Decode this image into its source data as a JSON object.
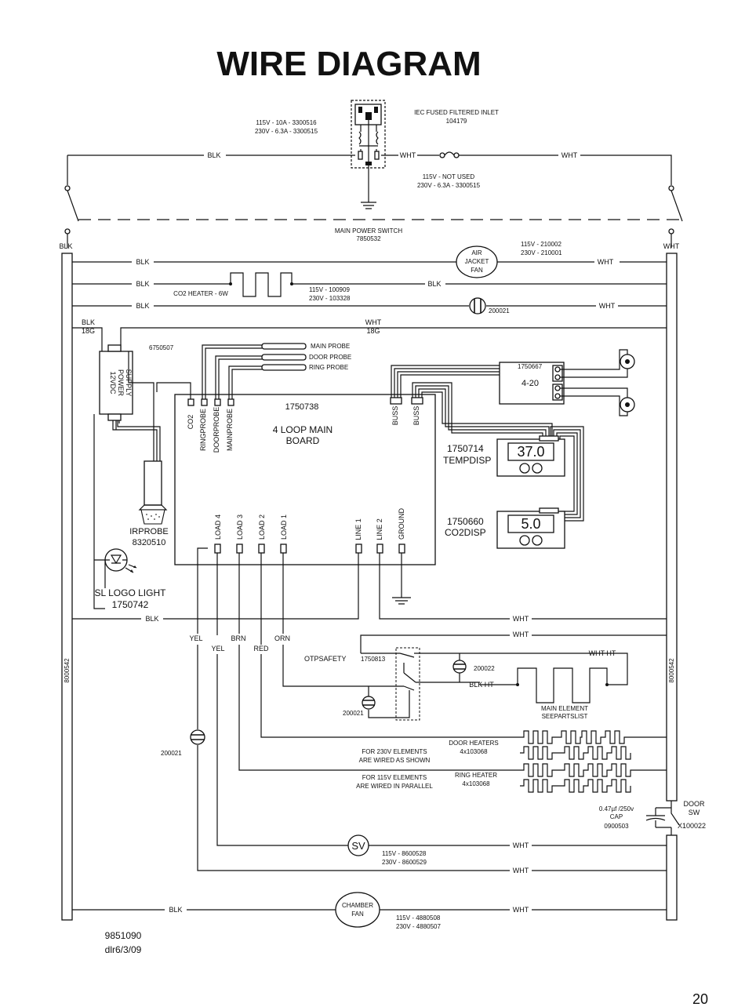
{
  "title": "WIRE DIAGRAM",
  "page_number": "20",
  "doc_number": "9851090",
  "doc_date": "dlr6/3/09",
  "inlet": {
    "name": "IEC FUSED FILTERED INLET",
    "part": "104179",
    "fuse_115": "115V - 10A - 3300516",
    "fuse_230": "230V - 6.3A - 3300515"
  },
  "fuse2": {
    "line1": "115V - NOT USED",
    "line2": "230V - 6.3A - 3300515"
  },
  "main_switch": {
    "name": "MAIN POWER SWITCH",
    "part": "7850532"
  },
  "rails": {
    "left_part": "8000542",
    "right_part": "8000542"
  },
  "air_fan": {
    "l1": "AIR",
    "l2": "JACKET",
    "l3": "FAN",
    "p1": "115V - 210002",
    "p2": "230V - 210001"
  },
  "co2_heater": {
    "name": "CO2 HEATER - 6W",
    "p1": "115V - 100909",
    "p2": "230V - 103328"
  },
  "thermostat_200021": "200021",
  "thermostat_200022": "200022",
  "supply": {
    "part": "6750507",
    "l1": "12VDC",
    "l2": "POWER",
    "l3": "SUPPLY"
  },
  "probes": {
    "main": "MAIN PROBE",
    "door": "DOOR PROBE",
    "ring": "RING PROBE"
  },
  "board": {
    "part": "1750738",
    "l1": "4 LOOP MAIN",
    "l2": "BOARD",
    "co2": "CO2",
    "ring": "RINGPROBE",
    "door": "DOORPROBE",
    "main": "MAINPROBE",
    "buss1": "BUSS",
    "buss2": "BUSS",
    "load4": "LOAD 4",
    "load3": "LOAD 3",
    "load2": "LOAD 2",
    "load1": "LOAD 1",
    "line1": "LINE 1",
    "line2": "LINE 2",
    "ground": "GROUND"
  },
  "converter": {
    "part": "1750667",
    "name": "4-20"
  },
  "temp_disp": {
    "part": "1750714",
    "name": "TEMPDISP",
    "value": "37.0"
  },
  "co2_disp": {
    "part": "1750660",
    "name": "CO2DISP",
    "value": "5.0"
  },
  "ir_probe": {
    "name": "IRPROBE",
    "part": "8320510"
  },
  "logo_light": {
    "name": "SL LOGO LIGHT",
    "part": "1750742"
  },
  "otp": {
    "name": "OTPSAFETY",
    "part": "1750813"
  },
  "main_element": {
    "l1": "MAIN ELEMENT",
    "l2": "SEEPARTSLIST"
  },
  "door_heaters": {
    "name": "DOOR HEATERS",
    "part": "4x103068"
  },
  "ring_heater": {
    "name": "RING HEATER",
    "part": "4x103068"
  },
  "notes": {
    "n1a": "FOR 230V ELEMENTS",
    "n1b": "ARE WIRED AS SHOWN",
    "n2a": "FOR 115V ELEMENTS",
    "n2b": "ARE WIRED IN PARALLEL"
  },
  "cap": {
    "l1": "0.47µf /250v",
    "l2": "CAP",
    "part": "0900503"
  },
  "door_sw": {
    "l1": "DOOR",
    "l2": "SW",
    "part": "X100022"
  },
  "solenoid": {
    "label": "SV",
    "p1": "115V - 8600528",
    "p2": "230V - 8600529"
  },
  "chamber_fan": {
    "l1": "CHAMBER",
    "l2": "FAN",
    "p1": "115V - 4880508",
    "p2": "230V - 4880507"
  },
  "wires": {
    "blk": "BLK",
    "wht": "WHT",
    "yel": "YEL",
    "brn": "BRN",
    "orn": "ORN",
    "red": "RED",
    "g18": "18G",
    "wht_ht": "WHT HT",
    "blk_ht": "BLK HT"
  }
}
